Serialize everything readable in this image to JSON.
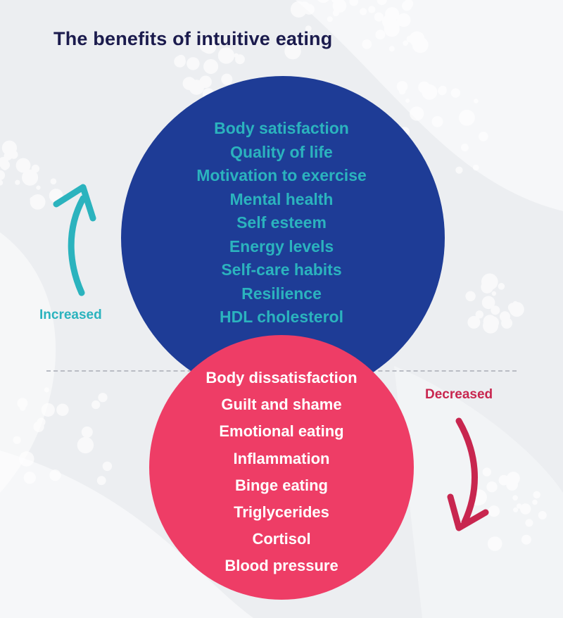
{
  "title": "The benefits of intuitive eating",
  "colors": {
    "top_circle": "#1e3c96",
    "top_text": "#2bb3be",
    "bottom_circle": "#ee3d66",
    "bottom_text": "#ffffff",
    "title": "#1b1b4d",
    "increased_arrow": "#2bb3be",
    "decreased_arrow": "#c8264f"
  },
  "increased": {
    "label": "Increased",
    "icon": "arrow-up-curved-icon",
    "items": [
      "Body satisfaction",
      "Quality of life",
      "Motivation to exercise",
      "Mental health",
      "Self esteem",
      "Energy levels",
      "Self-care habits",
      "Resilience",
      "HDL cholesterol"
    ]
  },
  "decreased": {
    "label": "Decreased",
    "icon": "arrow-down-curved-icon",
    "items": [
      "Body dissatisfaction",
      "Guilt and shame",
      "Emotional eating",
      "Inflammation",
      "Binge eating",
      "Triglycerides",
      "Cortisol",
      "Blood pressure"
    ]
  }
}
